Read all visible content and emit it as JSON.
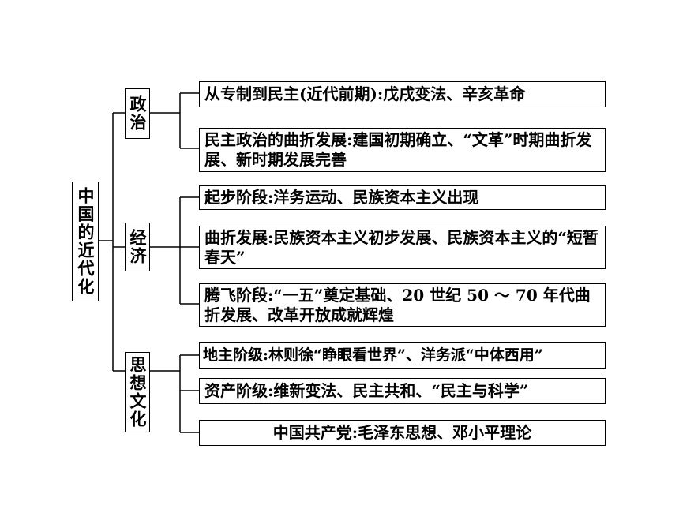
{
  "root": {
    "label": "中国的近代化"
  },
  "branches": [
    {
      "label": "政治",
      "items": [
        "从专制到民主(近代前期):戊戌变法、辛亥革命",
        "民主政治的曲折发展:建国初期确立、“文革”时期曲折发展、新时期发展完善"
      ]
    },
    {
      "label": "经济",
      "items": [
        "起步阶段:洋务运动、民族资本主义出现",
        "曲折发展:民族资本主义初步发展、民族资本主义的“短暂春天”",
        "腾飞阶段:“一五”奠定基础、20 世纪 50 ～ 70 年代曲折发展、改革开放成就辉煌"
      ]
    },
    {
      "label": "思想文化",
      "items": [
        "地主阶级:林则徐“睁眼看世界”、洋务派“中体西用”",
        "资产阶级:维新变法、民主共和、“民主与科学”",
        "中国共产党:毛泽东思想、邓小平理论"
      ]
    }
  ]
}
